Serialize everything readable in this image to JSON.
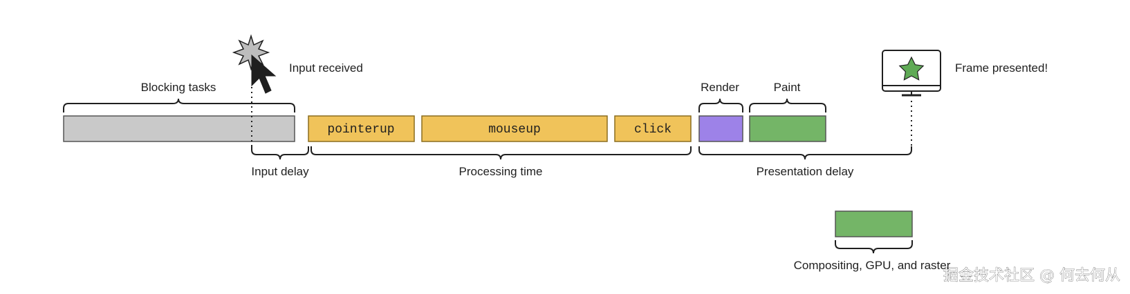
{
  "labels": {
    "input_received": "Input received",
    "blocking_tasks": "Blocking tasks",
    "render": "Render",
    "paint": "Paint",
    "frame_presented": "Frame presented!",
    "input_delay": "Input delay",
    "processing_time": "Processing time",
    "presentation_delay": "Presentation delay",
    "compositing": "Compositing, GPU, and raster"
  },
  "events": {
    "pointerup": "pointerup",
    "mouseup": "mouseup",
    "click": "click"
  },
  "watermark": "掘金技术社区 @ 何去何从",
  "colors": {
    "blocking": "#c9c9c9",
    "event": "#f0c35a",
    "render": "#9d82e8",
    "paint": "#74b567",
    "star": "#5faa55",
    "outline": "#555555"
  },
  "icons": {
    "cursor": "cursor-click-icon",
    "monitor": "monitor-star-icon"
  }
}
